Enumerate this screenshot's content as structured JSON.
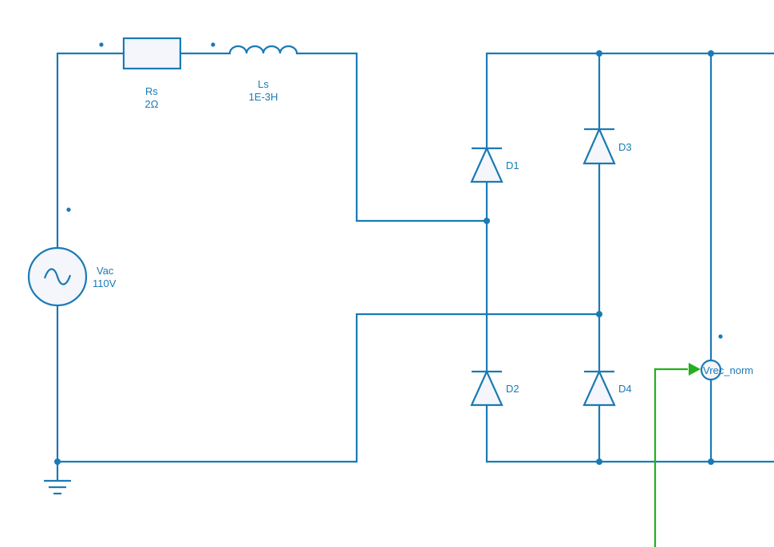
{
  "schematic": {
    "source": {
      "name": "Vac",
      "value": "110V"
    },
    "resistor": {
      "name": "Rs",
      "value": "2Ω"
    },
    "inductor": {
      "name": "Ls",
      "value": "1E-3H"
    },
    "diodes": [
      {
        "name": "D1"
      },
      {
        "name": "D2"
      },
      {
        "name": "D3"
      },
      {
        "name": "D4"
      }
    ],
    "voltmeter": {
      "name": "Vrec_norm"
    }
  },
  "colors": {
    "wire": "#1a7ab5",
    "signal": "#22b01e",
    "component_fill": "#f4f6fb"
  }
}
